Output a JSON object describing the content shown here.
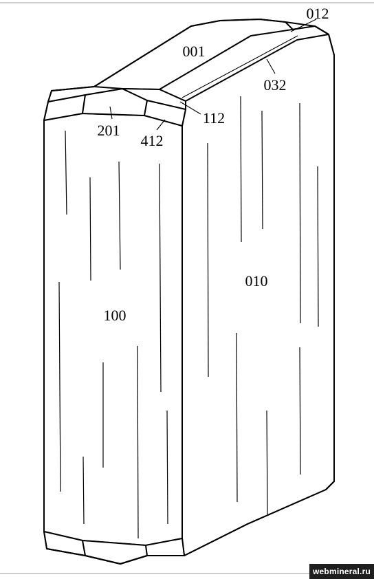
{
  "faces": {
    "top": "001",
    "top_edge": "012",
    "bevel": "032",
    "right_face": "010",
    "left_face": "100",
    "corner_left": "201",
    "corner_mid": "412",
    "corner_right": "112"
  },
  "watermark": "webmineral.ru"
}
